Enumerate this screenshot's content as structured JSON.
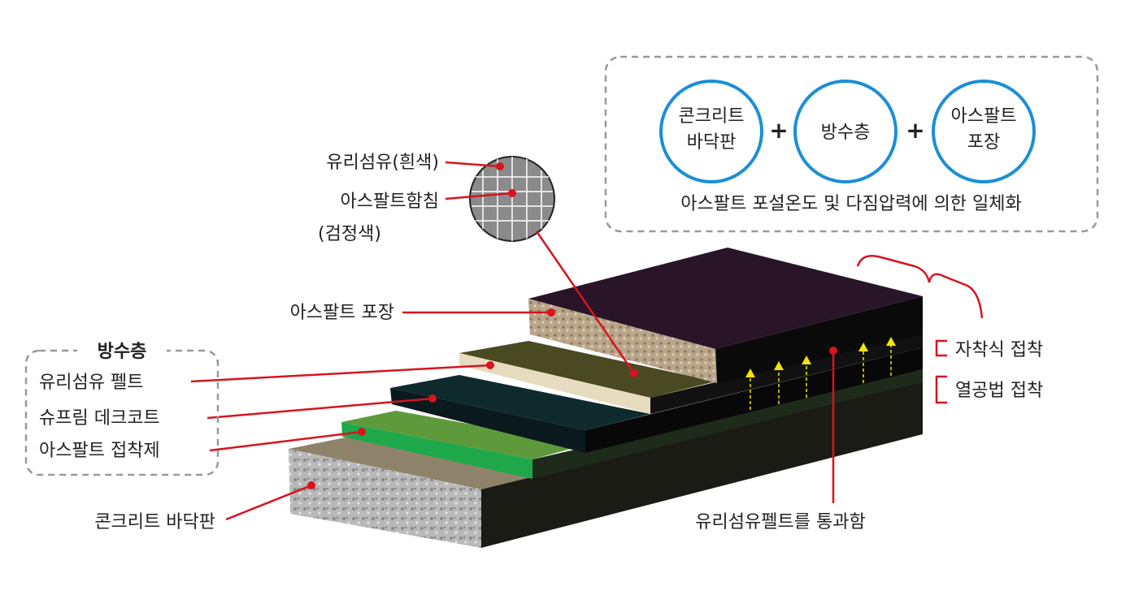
{
  "colors": {
    "accent": "#d7141f",
    "circle": "#1a8fd6",
    "arrow": "#f2e600"
  },
  "summary_box": {
    "circles": [
      "콘크리트\n바닥판",
      "방수층",
      "아스팔트\n포장"
    ],
    "circle_lines": [
      [
        "콘크리트",
        "바닥판"
      ],
      [
        "방수층"
      ],
      [
        "아스팔트",
        "포장"
      ]
    ],
    "plus": "+",
    "caption": "아스팔트 포설온도 및 다짐압력에 의한 일체화"
  },
  "detail": {
    "fiber": "유리섬유(흰색)",
    "asphalt_line1": "아스팔트함침",
    "asphalt_line2": "(검정색)"
  },
  "labels": {
    "pavement": "아스팔트 포장",
    "concrete": "콘크리트 바닥판",
    "pass_through": "유리섬유펠트를 통과함",
    "self_adhesive": "자착식 접착",
    "heat_adhesive": "열공법 접착"
  },
  "waterproof_box": {
    "title": "방수층",
    "items": [
      "유리섬유 펠트",
      "슈프림 데크코트",
      "아스팔트 접착제"
    ]
  }
}
